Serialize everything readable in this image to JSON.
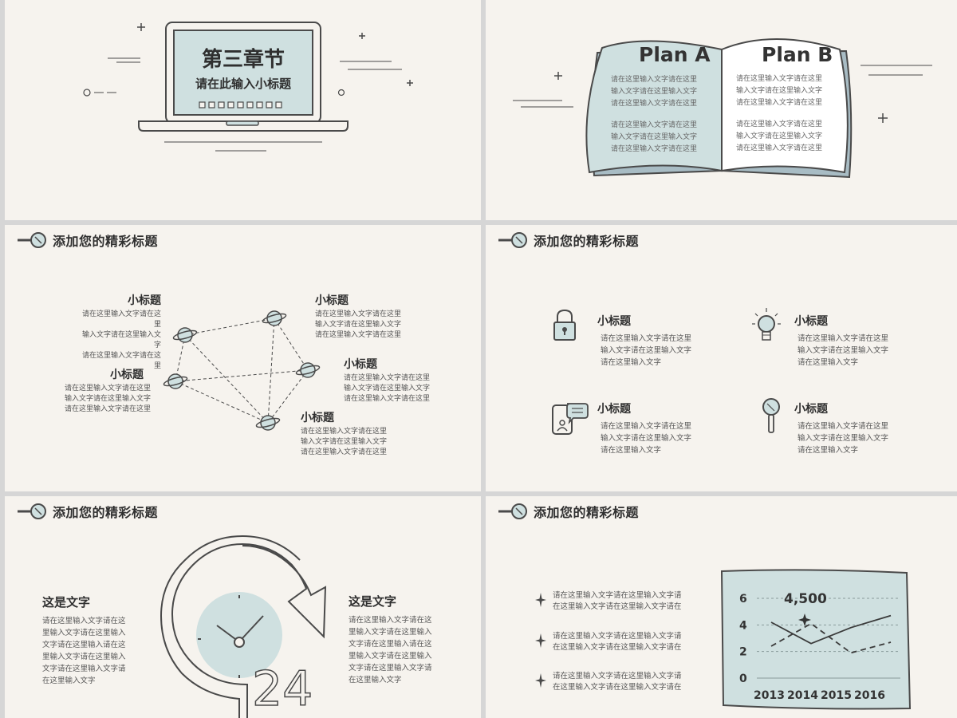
{
  "slide1": {
    "title": "第三章节",
    "subtitle": "请在此输入小标题"
  },
  "slide2": {
    "plan_a": "Plan A",
    "plan_b": "Plan B",
    "left_para1": [
      "请在这里输入文字请在这里",
      "输入文字请在这里输入文字",
      "请在这里输入文字请在这里"
    ],
    "left_para2": [
      "请在这里输入文字请在这里",
      "输入文字请在这里输入文字",
      "请在这里输入文字请在这里"
    ],
    "right_para1": [
      "请在这里输入文字请在这里",
      "输入文字请在这里输入文字",
      "请在这里输入文字请在这里"
    ],
    "right_para2": [
      "请在这里输入文字请在这里",
      "输入文字请在这里输入文字",
      "请在这里输入文字请在这里"
    ]
  },
  "slide3": {
    "header": "添加您的精彩标题",
    "items": [
      {
        "title": "小标题",
        "lines": [
          "请在这里输入文字请在这里",
          "输入文字请在这里输入文字",
          "请在这里输入文字请在这里"
        ]
      },
      {
        "title": "小标题",
        "lines": [
          "请在这里输入文字请在这里",
          "输入文字请在这里输入文字",
          "请在这里输入文字请在这里"
        ]
      },
      {
        "title": "小标题",
        "lines": [
          "请在这里输入文字请在这里",
          "输入文字请在这里输入文字",
          "请在这里输入文字请在这里"
        ]
      },
      {
        "title": "小标题",
        "lines": [
          "请在这里输入文字请在这里",
          "输入文字请在这里输入文字",
          "请在这里输入文字请在这里"
        ]
      },
      {
        "title": "小标题",
        "lines": [
          "请在这里输入文字请在这里",
          "输入文字请在这里输入文字",
          "请在这里输入文字请在这里"
        ]
      }
    ]
  },
  "slide4": {
    "header": "添加您的精彩标题",
    "items": [
      {
        "icon": "lock-icon",
        "title": "小标题",
        "lines": [
          "请在这里输入文字请在这里",
          "输入文字请在这里输入文字",
          "请在这里输入文字"
        ]
      },
      {
        "icon": "lightbulb-icon",
        "title": "小标题",
        "lines": [
          "请在这里输入文字请在这里",
          "输入文字请在这里输入文字",
          "请在这里输入文字"
        ]
      },
      {
        "icon": "phone-chat-icon",
        "title": "小标题",
        "lines": [
          "请在这里输入文字请在这里",
          "输入文字请在这里输入文字",
          "请在这里输入文字"
        ]
      },
      {
        "icon": "magnifier-icon",
        "title": "小标题",
        "lines": [
          "请在这里输入文字请在这里",
          "输入文字请在这里输入文字",
          "请在这里输入文字"
        ]
      }
    ]
  },
  "slide5": {
    "header": "添加您的精彩标题",
    "left_title": "这是文字",
    "left_lines": [
      "请在这里输入文字请在这",
      "里输入文字请在这里输入",
      "文字请在这里输入请在这",
      "里输入文字请在这里输入",
      "文字请在这里输入文字请",
      "在这里输入文字"
    ],
    "right_title": "这是文字",
    "right_lines": [
      "请在这里输入文字请在这",
      "里输入文字请在这里输入",
      "文字请在这里输入请在这",
      "里输入文字请在这里输入",
      "文字请在这里输入文字请",
      "在这里输入文字"
    ],
    "clock_number": "24"
  },
  "slide6": {
    "header": "添加您的精彩标题",
    "bullets": [
      [
        "请在这里输入文字请在这里输入文字请",
        "在这里输入文字请在这里输入文字请在"
      ],
      [
        "请在这里输入文字请在这里输入文字请",
        "在这里输入文字请在这里输入文字请在"
      ],
      [
        "请在这里输入文字请在这里输入文字请",
        "在这里输入文字请在这里输入文字请在"
      ]
    ],
    "highlight_value": "4,500"
  },
  "chart_data": {
    "type": "line",
    "categories": [
      "2013",
      "2014",
      "2015",
      "2016"
    ],
    "y_ticks": [
      "0",
      "2",
      "4",
      "6"
    ],
    "ylim": [
      0,
      6
    ],
    "series": [
      {
        "values": [
          4.2,
          2.6,
          3.8,
          4.7
        ],
        "style": "solid"
      },
      {
        "values": [
          2.4,
          4.1,
          1.9,
          2.7
        ],
        "style": "dashed"
      }
    ],
    "grid": true,
    "background": "#cfe0e0"
  },
  "colors": {
    "accent": "#cfe0e0",
    "line": "#4a4a4a",
    "slide_bg": "#f6f3ee"
  }
}
